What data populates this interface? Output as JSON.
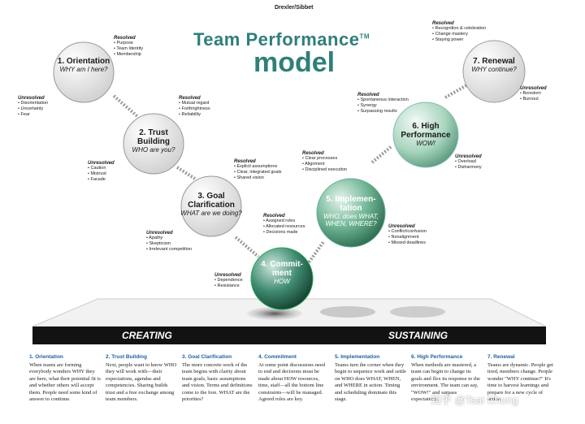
{
  "brand": "Drexler/Sibbet",
  "title_line1": "Team Performance",
  "trademark": "TM",
  "title_line2": "model",
  "stages": [
    {
      "name": "1. Orientation",
      "question": "WHY am I here?",
      "resolved_label": "Resolved",
      "resolved": [
        "Purpose",
        "Team Identity",
        "Membership"
      ],
      "unresolved_label": "Unresolved",
      "unresolved": [
        "Disorientation",
        "Uncertainty",
        "Fear"
      ]
    },
    {
      "name": "2. Trust Building",
      "question": "WHO are you?",
      "resolved_label": "Resolved",
      "resolved": [
        "Mutual regard",
        "Forthrightness",
        "Reliability"
      ],
      "unresolved_label": "Unresolved",
      "unresolved": [
        "Caution",
        "Mistrust",
        "Facade"
      ]
    },
    {
      "name": "3. Goal Clarification",
      "question": "WHAT are we doing?",
      "resolved_label": "Resolved",
      "resolved": [
        "Explicit assumptions",
        "Clear, integrated goals",
        "Shared vision"
      ],
      "unresolved_label": "Unresolved",
      "unresolved": [
        "Apathy",
        "Skepticism",
        "Irrelevant competition"
      ]
    },
    {
      "name": "4. Commit-ment",
      "question": "HOW",
      "resolved_label": "Resolved",
      "resolved": [
        "Assigned roles",
        "Allocated resources",
        "Decisions made"
      ],
      "unresolved_label": "Unresolved",
      "unresolved": [
        "Dependence",
        "Resistance"
      ]
    },
    {
      "name": "5. Implemen-tation",
      "question": "WHO, does WHAT, WHEN, WHERE?",
      "resolved_label": "Resolved",
      "resolved": [
        "Clear processes",
        "Alignment",
        "Disciplined execution"
      ],
      "unresolved_label": "Unresolved",
      "unresolved": [
        "Conflict/confusion",
        "Nonalignment",
        "Missed deadlines"
      ]
    },
    {
      "name": "6. High Performance",
      "question": "WOW!",
      "resolved_label": "Resolved",
      "resolved": [
        "Spontaneous interaction",
        "Synergy",
        "Surpassing results"
      ],
      "unresolved_label": "Unresolved",
      "unresolved": [
        "Overload",
        "Disharmony"
      ]
    },
    {
      "name": "7. Renewal",
      "question": "WHY continue?",
      "resolved_label": "Resolved",
      "resolved": [
        "Recognition & celebration",
        "Change mastery",
        "Staying power"
      ],
      "unresolved_label": "Unresolved",
      "unresolved": [
        "Boredom",
        "Burnout"
      ]
    }
  ],
  "bar": {
    "left": "CREATING",
    "right": "SUSTAINING"
  },
  "columns": [
    {
      "heading": "1. Orientation",
      "text": "When teams are forming everybody wonders WHY they are here, what their potential fit is and whether others will accept them. People need some kind of answer to continue."
    },
    {
      "heading": "2. Trust Building",
      "text": "Next, people want to know WHO they will work with—their expectations, agendas and competencies. Sharing builds trust and a free exchange among team members."
    },
    {
      "heading": "3. Goal Clarification",
      "text": "The more concrete work of the team begins with clarity about team goals, basic assumptions and vision. Terms and definitions come to the fore. WHAT are the priorities?"
    },
    {
      "heading": "4. Commitment",
      "text": "At some point discussions need to end and decisions must be made about HOW resources, time, staff—all the bottom line constraints—will be managed. Agreed roles are key."
    },
    {
      "heading": "5. Implementation",
      "text": "Teams turn the corner when they begin to sequence work and settle on WHO does WHAT, WHEN, and WHERE in action. Timing and scheduling dominate this stage."
    },
    {
      "heading": "6. High Performance",
      "text": "When methods are mastered, a team can begin to change its goals and flex its response to the environment. The team can say, \"WOW!\" and surpass expectations."
    },
    {
      "heading": "7. Renewal",
      "text": "Teams are dynamic. People get tired, members change. People wonder \"WHY continue?\" It's time to harvest learnings and prepare for a new cycle of action."
    }
  ],
  "watermark": "知乎 @Tsai Chong"
}
